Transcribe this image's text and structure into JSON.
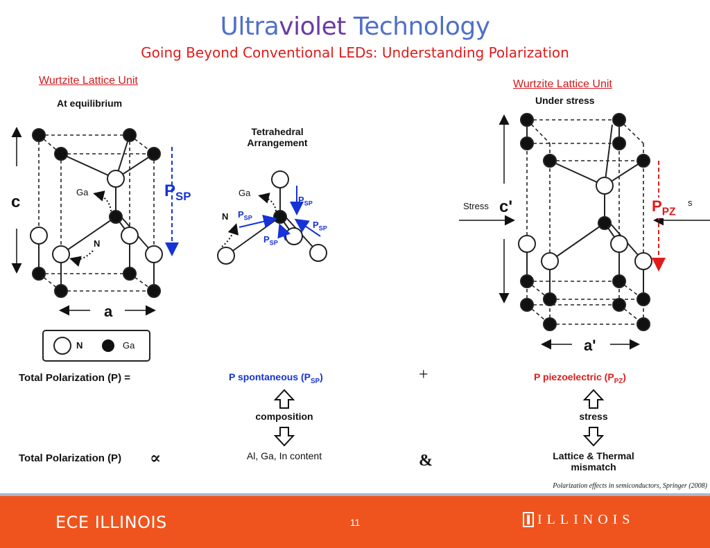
{
  "title": {
    "part1": "Ultra",
    "part2": "violet",
    "part3": " Technology"
  },
  "subtitle": "Going Beyond Conventional LEDs: Understanding Polarization",
  "left_panel": {
    "label": "Wurtzite Lattice Unit",
    "state": "At equilibrium",
    "axis_c": "c",
    "axis_a": "a",
    "atom_ga": "Ga",
    "atom_n": "N",
    "psp_main": "P",
    "psp_sub": "SP",
    "legend_n": "N",
    "legend_ga": "Ga"
  },
  "center_panel": {
    "heading_line1": "Tetrahedral",
    "heading_line2": "Arrangement",
    "atom_ga": "Ga",
    "atom_n": "N",
    "p": "P",
    "sp": "SP"
  },
  "right_panel": {
    "label": "Wurtzite Lattice Unit",
    "state": "Under stress",
    "axis_c": "c'",
    "axis_a": "a'",
    "stress_left": "Stress",
    "stress_right_fragment": "s",
    "ppz_main": "P",
    "ppz_sub": "PZ"
  },
  "equation": {
    "total_label": "Total Polarization (P)  =",
    "spont_text": "P spontaneous (P",
    "spont_sub": "SP",
    "spont_close": ")",
    "plus": "+",
    "piezo_text": "P piezoelectric (P",
    "piezo_sub": "PZ",
    "piezo_close": ")",
    "composition": "composition",
    "stress": "stress",
    "total_label2": "Total Polarization (P)",
    "proportional": "∝",
    "content": "Al, Ga, In content",
    "ampersand": "&",
    "mismatch_line1": "Lattice & Thermal",
    "mismatch_line2": "mismatch"
  },
  "citation": "Polarization effects in semiconductors, Springer (2008)",
  "footer": {
    "brand": "ECE ILLINOIS",
    "page": "11",
    "university": "ILLINOIS"
  },
  "colors": {
    "title_blue": "#4f6fc9",
    "title_violet": "#6a3aa8",
    "red": "#e01b1b",
    "blue": "#1533d8",
    "footer": "#f0541e"
  }
}
